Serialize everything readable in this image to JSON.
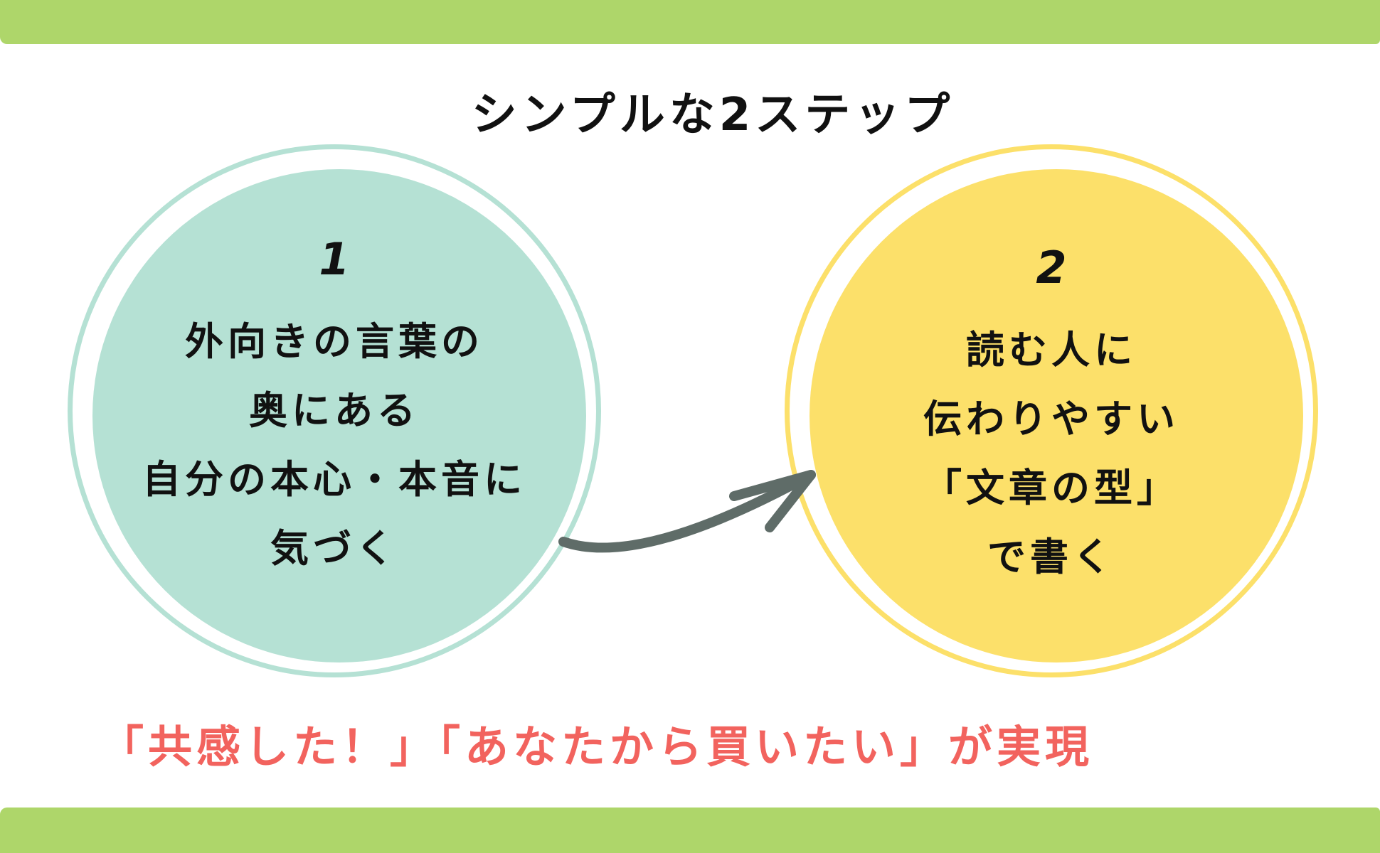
{
  "title": "シンプルな2ステップ",
  "steps": [
    {
      "number": "1",
      "lines": [
        "外向きの言葉の",
        "奥にある",
        "自分の本心・本音に",
        "気づく"
      ]
    },
    {
      "number": "2",
      "lines": [
        "読む人に",
        "伝わりやすい",
        "「文章の型」",
        "で書く"
      ]
    }
  ],
  "result": "「共感した！」「あなたから買いたい」が実現",
  "colors": {
    "band": "#aed66a",
    "step1": "#b5e1d4",
    "step2": "#fce06a",
    "arrow": "#5f6c68",
    "result": "#f2635e"
  }
}
